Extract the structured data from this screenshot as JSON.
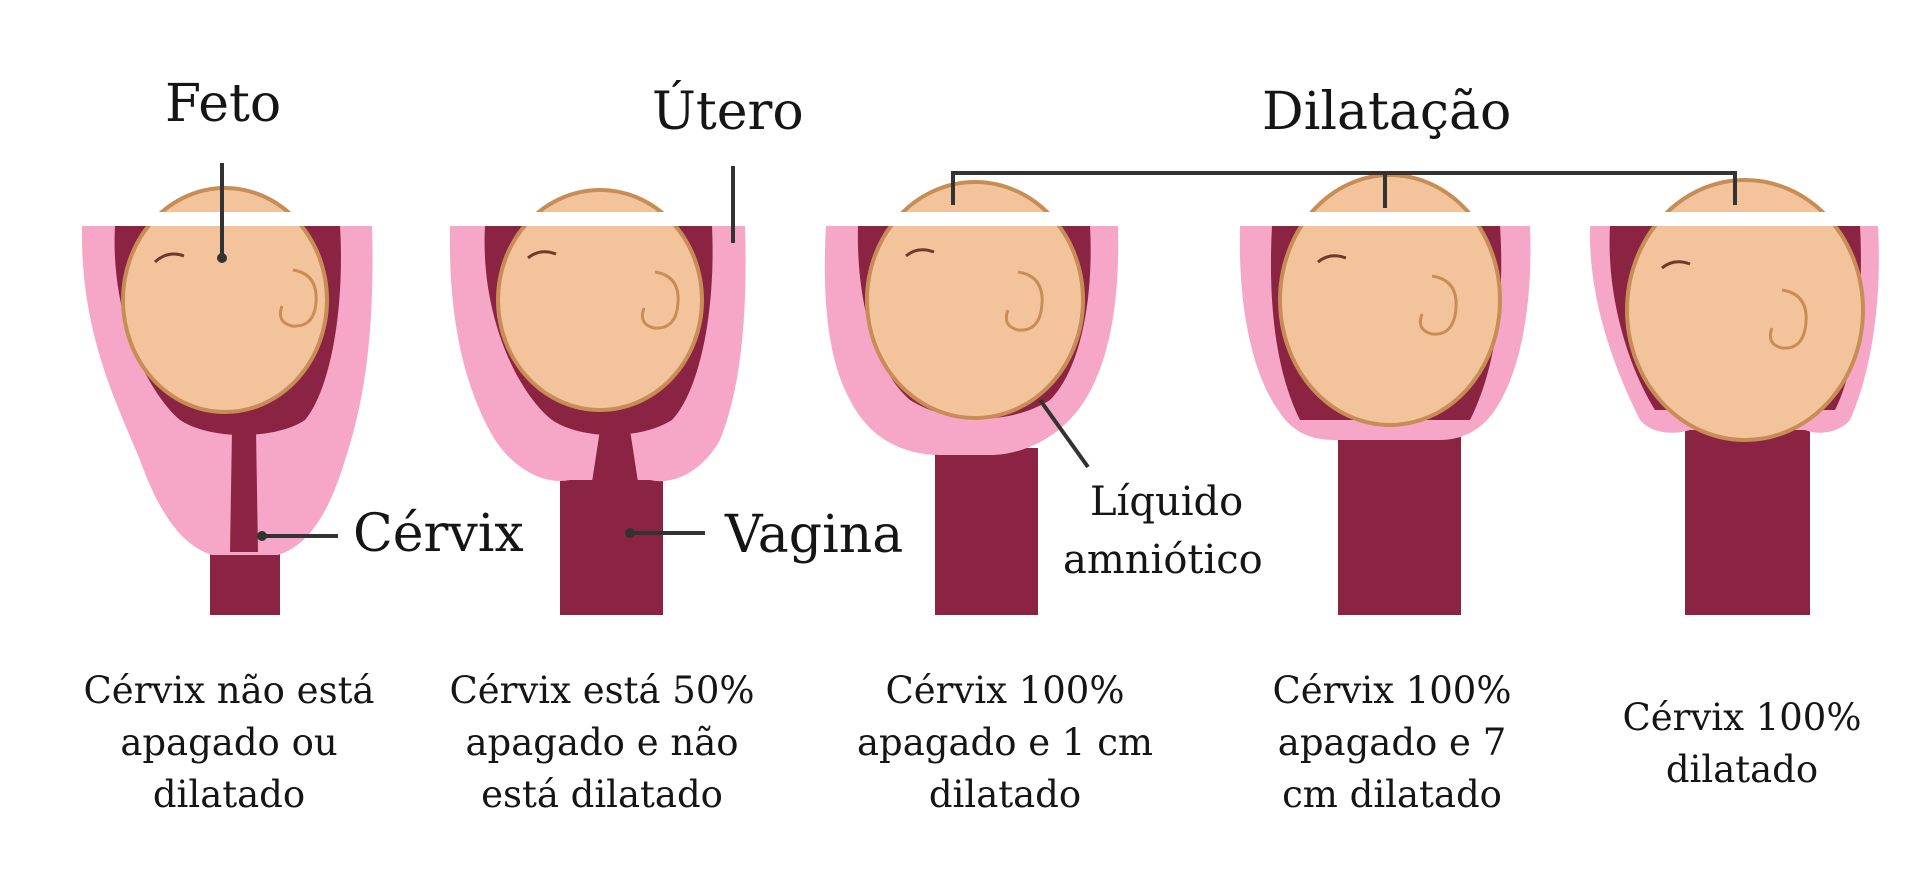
{
  "labels": {
    "feto": "Feto",
    "utero": "Útero",
    "dilatacao": "Dilatação",
    "cervix": "Cérvix",
    "vagina": "Vagina",
    "liquido_line1": "Líquido",
    "liquido_line2": "amniótico"
  },
  "stages": [
    {
      "caption_lines": [
        "Cérvix não está",
        "apagado ou",
        "dilatado"
      ]
    },
    {
      "caption_lines": [
        "Cérvix está 50%",
        "apagado e não",
        "está dilatado"
      ]
    },
    {
      "caption_lines": [
        "Cérvix 100%",
        "apagado e 1 cm",
        "dilatado"
      ]
    },
    {
      "caption_lines": [
        "Cérvix 100%",
        "apagado e 7",
        "cm dilatado"
      ]
    },
    {
      "caption_lines": [
        "Cérvix 100%",
        "dilatado"
      ]
    }
  ],
  "colors": {
    "uterus_pink": "#f6a6c6",
    "wall_maroon": "#8b2343",
    "fetus_skin": "#f3c49c",
    "membrane": "#c78d55",
    "line": "#333333"
  }
}
